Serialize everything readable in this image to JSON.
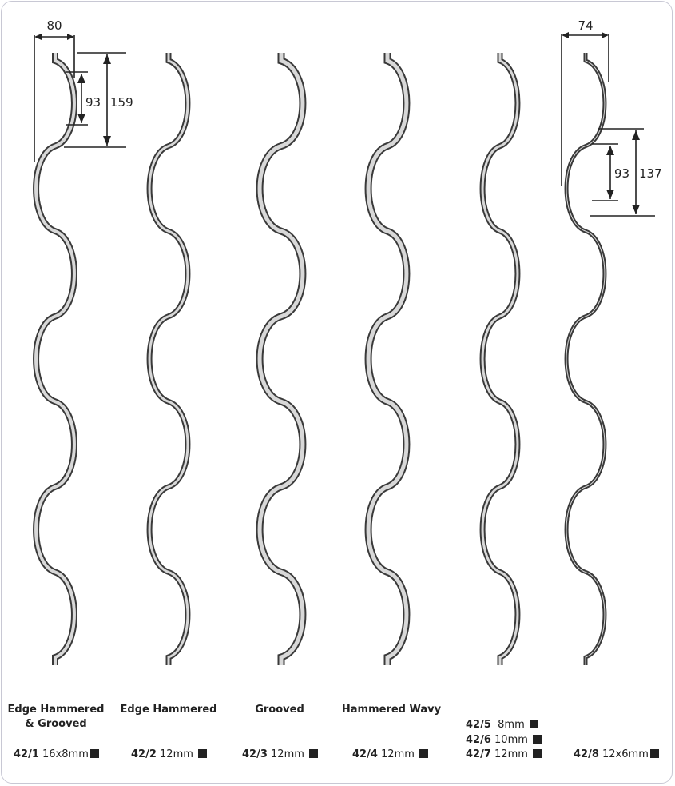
{
  "dimensions": {
    "left": {
      "width": "80",
      "inner_height": "93",
      "outer_height": "159"
    },
    "right": {
      "width": "74",
      "inner_height": "93",
      "outer_height": "137"
    }
  },
  "bars": [
    {
      "name": "Edge Hammered",
      "name2": "& Grooved",
      "code": "42/1",
      "size": "16x8mm"
    },
    {
      "name": "Edge Hammered",
      "code": "42/2",
      "size": "12mm"
    },
    {
      "name": "Grooved",
      "code": "42/3",
      "size": "12mm"
    },
    {
      "name": "Hammered Wavy",
      "code": "42/4",
      "size": "12mm"
    },
    {
      "variants": [
        {
          "code": "42/5",
          "size": "8mm"
        },
        {
          "code": "42/6",
          "size": "10mm"
        },
        {
          "code": "42/7",
          "size": "12mm"
        }
      ]
    },
    {
      "code": "42/8",
      "size": "12x6mm"
    }
  ]
}
